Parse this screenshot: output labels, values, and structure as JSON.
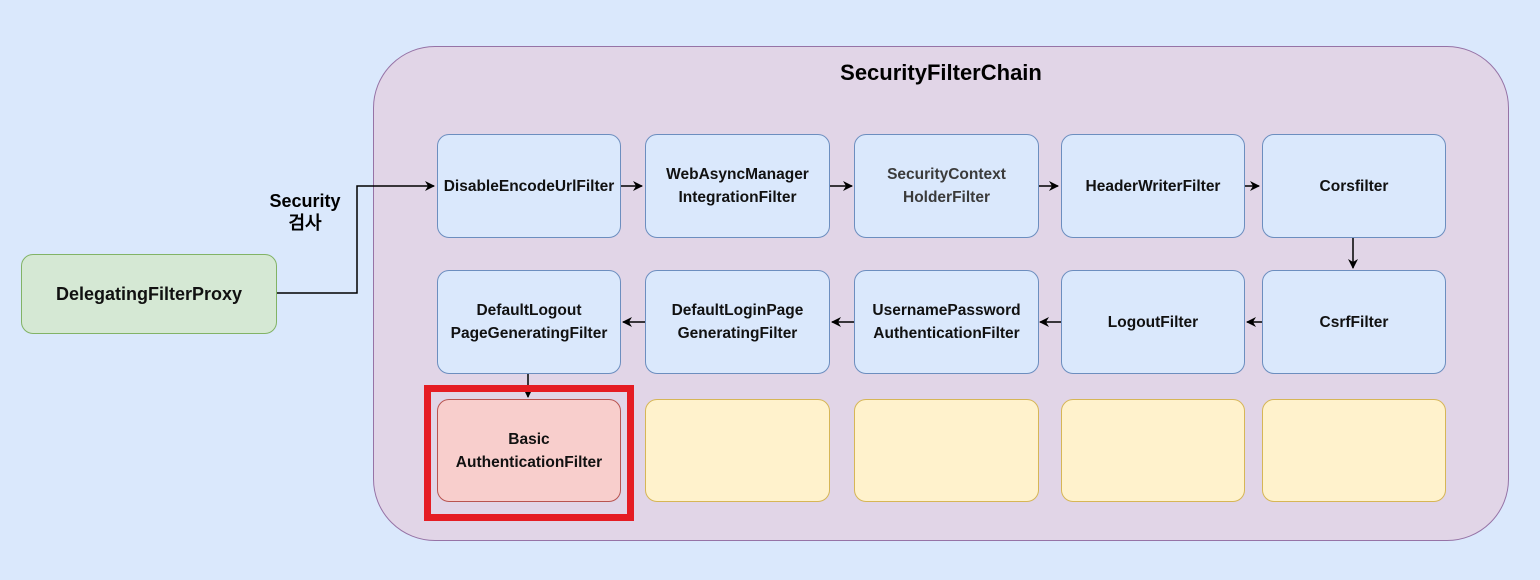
{
  "chain": {
    "title": "SecurityFilterChain"
  },
  "proxy": {
    "label": "DelegatingFilterProxy"
  },
  "edge_label": "Security\n검사",
  "filters": [
    "DisableEncodeUrlFilter",
    "WebAsyncManager\nIntegrationFilter",
    "SecurityContext\nHolderFilter",
    "HeaderWriterFilter",
    "Corsfilter",
    "CsrfFilter",
    "LogoutFilter",
    "UsernamePassword\nAuthenticationFilter",
    "DefaultLoginPage\nGeneratingFilter",
    "DefaultLogout\nPageGeneratingFilter",
    "Basic\nAuthenticationFilter"
  ],
  "colors": {
    "background": "#dae8fc",
    "chain_fill": "#e1d5e7",
    "chain_stroke": "#9673a6",
    "filter_fill": "#dae8fc",
    "filter_stroke": "#6c8ebf",
    "empty_fill": "#fff2cc",
    "empty_stroke": "#d6b656",
    "basic_fill": "#f8cecc",
    "basic_stroke": "#b85450",
    "proxy_fill": "#d5e8d4",
    "proxy_stroke": "#82b366",
    "highlight": "#e51c23"
  }
}
